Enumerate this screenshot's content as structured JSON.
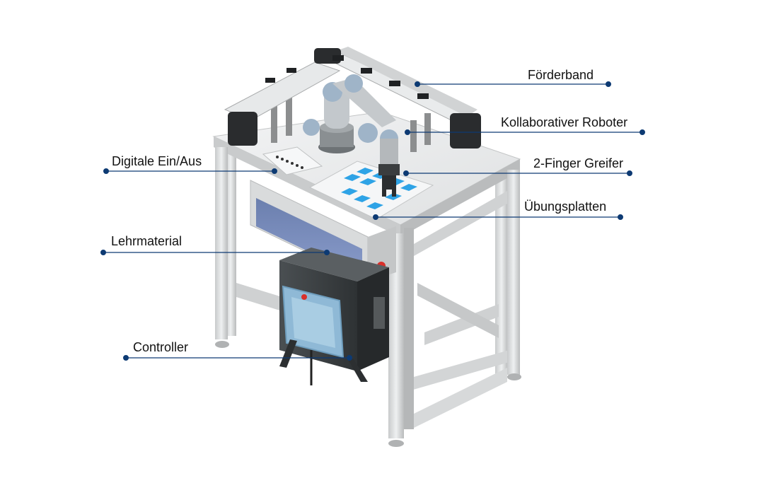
{
  "colors": {
    "callout": "#0d3a73",
    "frame": "#d4d6d7",
    "tile": "#2ea3e6",
    "robot_blue": "#9fb4c8",
    "cabinet": "#3c4144"
  },
  "labels": {
    "foerderband": "Förderband",
    "kollaborativer_roboter": "Kollaborativer Roboter",
    "digitale_ein_aus": "Digitale Ein/Aus",
    "finger_greifer": "2-Finger Greifer",
    "uebungsplatten": "Übungsplatten",
    "lehrmaterial": "Lehrmaterial",
    "controller": "Controller"
  }
}
